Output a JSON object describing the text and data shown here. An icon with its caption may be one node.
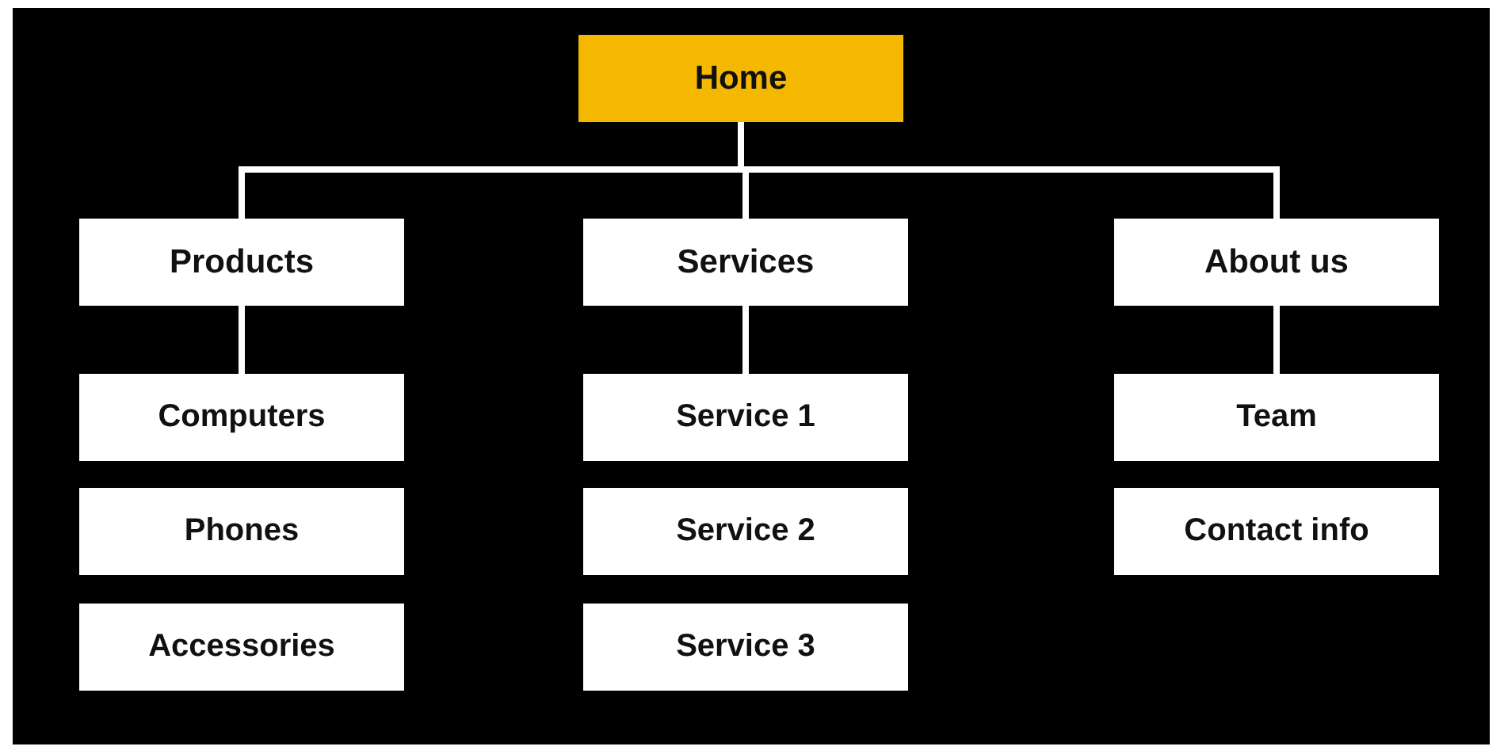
{
  "diagram": {
    "nodes": [
      {
        "text": [
          "Home"
        ]
      },
      {
        "text": [
          "Products"
        ]
      },
      {
        "text": [
          "Services"
        ]
      },
      {
        "text": [
          "About us"
        ]
      },
      {
        "text": [
          "Computers"
        ]
      },
      {
        "text": [
          "Phones"
        ]
      },
      {
        "text": [
          "Accessories"
        ]
      },
      {
        "text": [
          "Service 1"
        ]
      },
      {
        "text": [
          "Service 2"
        ]
      },
      {
        "text": [
          "Service 3"
        ]
      },
      {
        "text": [
          "Team"
        ]
      },
      {
        "text": [
          "Contact info"
        ]
      }
    ],
    "edges": [
      {
        "from": 0,
        "to": 1,
        "arrow": "none"
      },
      {
        "from": 0,
        "to": 2,
        "arrow": "none"
      },
      {
        "from": 0,
        "to": 3,
        "arrow": "none"
      },
      {
        "from": 1,
        "to": 4,
        "arrow": "none"
      },
      {
        "from": 2,
        "to": 7,
        "arrow": "none"
      },
      {
        "from": 3,
        "to": 10,
        "arrow": "none"
      }
    ]
  }
}
